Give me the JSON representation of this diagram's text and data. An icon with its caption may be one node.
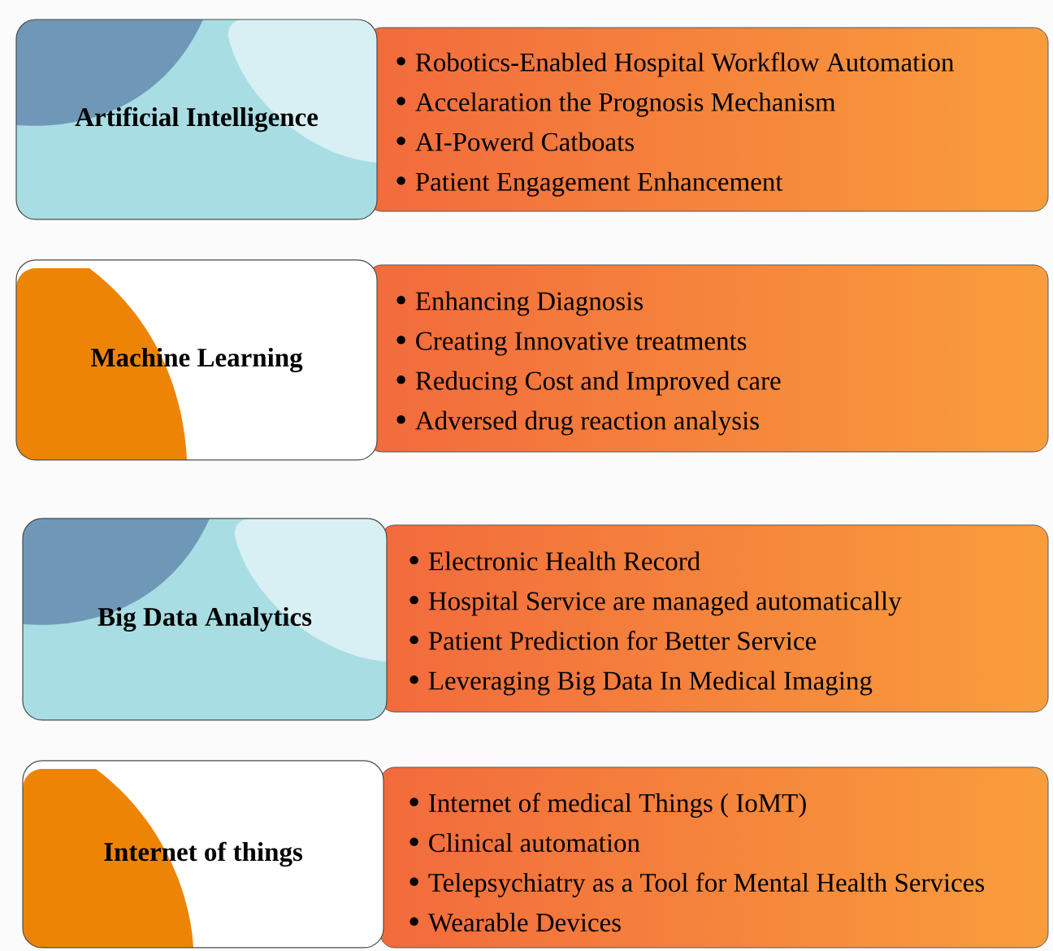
{
  "diagram": {
    "nodes": [
      {
        "text": [
          "Artificial Intelligence"
        ]
      },
      {
        "text": [
          "Robotics-Enabled Hospital Workflow Automation",
          "Accelaration the Prognosis Mechanism",
          "AI-Powerd Catboats",
          "Patient Engagement Enhancement"
        ]
      },
      {
        "text": [
          "Machine Learning"
        ]
      },
      {
        "text": [
          "Enhancing Diagnosis",
          "Creating Innovative treatments",
          "Reducing Cost and Improved care",
          "Adversed drug reaction analysis"
        ]
      },
      {
        "text": [
          "Big Data Analytics"
        ]
      },
      {
        "text": [
          "Electronic Health Record",
          "Hospital Service are managed automatically",
          "Patient Prediction for Better Service",
          "Leveraging Big Data In Medical Imaging"
        ]
      },
      {
        "text": [
          "Internet of things"
        ]
      },
      {
        "text": [
          "Internet of medical Things ( IoMT)",
          "Clinical automation",
          "Telepsychiatry as a Tool for Mental Health Services",
          "Wearable Devices"
        ]
      }
    ]
  }
}
